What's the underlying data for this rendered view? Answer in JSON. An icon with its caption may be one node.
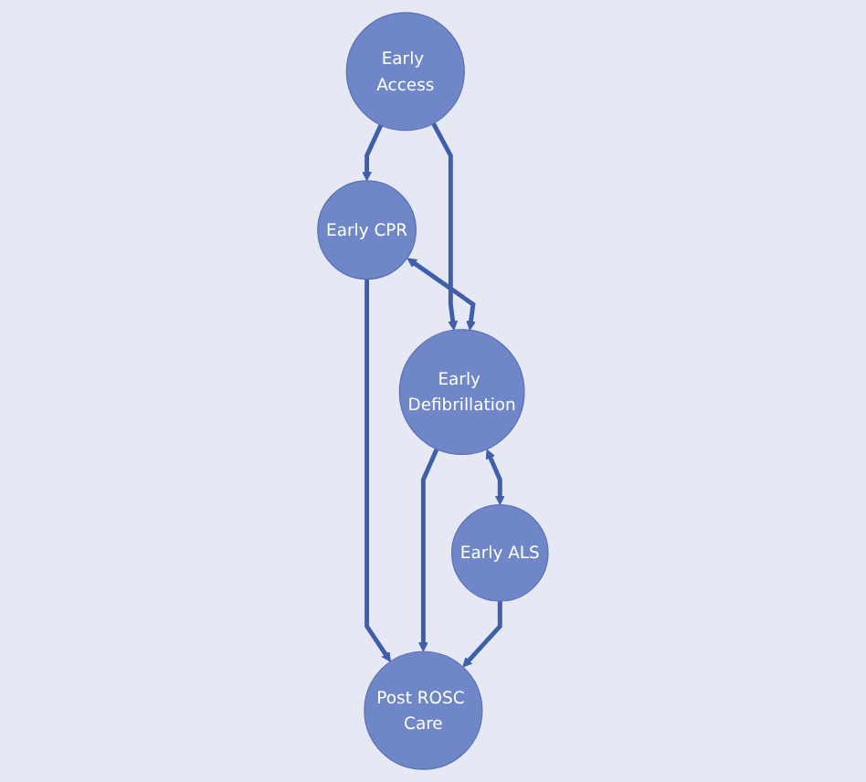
{
  "diagram": {
    "nodes": [
      {
        "text": [
          "Early Access"
        ]
      },
      {
        "text": [
          "Early CPR"
        ]
      },
      {
        "text": [
          "Early Defibrillation"
        ]
      },
      {
        "text": [
          "Early ALS"
        ]
      },
      {
        "text": [
          "Post ROSC Care"
        ]
      }
    ],
    "edges": [
      {
        "from": 0,
        "to": 1,
        "arrow": "to"
      },
      {
        "from": 0,
        "to": 2,
        "arrow": "to"
      },
      {
        "from": 1,
        "to": 2,
        "arrow": "both"
      },
      {
        "from": 2,
        "to": 3,
        "arrow": "both"
      },
      {
        "from": 1,
        "to": 4,
        "arrow": "to"
      },
      {
        "from": 2,
        "to": 4,
        "arrow": "to"
      },
      {
        "from": 3,
        "to": 4,
        "arrow": "to"
      }
    ]
  }
}
